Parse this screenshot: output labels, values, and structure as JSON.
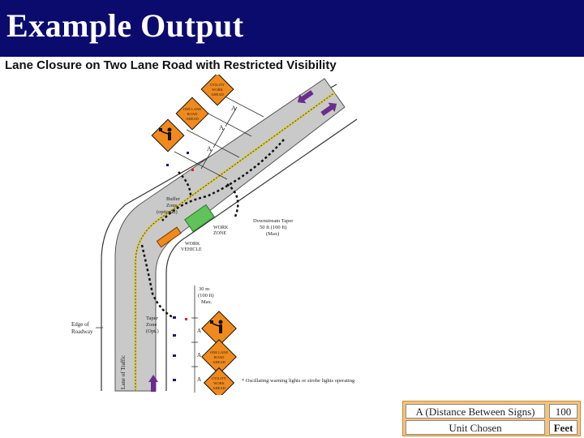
{
  "header": {
    "title": "Example Output"
  },
  "diagram": {
    "title": "Lane Closure on Two Lane Road with Restricted Visibility",
    "labels": {
      "taper_1": "Buffer",
      "taper_2": "Zone",
      "taper_3": "(optional)",
      "work_zone_1": "WORK",
      "work_zone_2": "ZONE",
      "work_vehicle_1": "WORK",
      "work_vehicle_2": "VEHICLE",
      "downstream_1": "Downstream Taper",
      "downstream_2": "50 ft (100 ft)",
      "downstream_3": "(Max)",
      "dist_1": "30 m",
      "dist_2": "(100 ft)",
      "dist_3": "Max.",
      "edge_1": "Edge of",
      "edge_2": "Roadway",
      "taper_lower_1": "Taper",
      "taper_lower_2": "Zone",
      "taper_lower_3": "(Opt.)",
      "travel_lane": "Lane of Traffic",
      "footnote": "* Oscillating warning lights or strobe lights operating",
      "sign_a": "A"
    },
    "signs": {
      "utility_1": "UTILITY",
      "utility_2": "WORK",
      "utility_3": "AHEAD",
      "one_lane_1": "ONE LANE",
      "one_lane_2": "ROAD",
      "one_lane_3": "AHEAD"
    }
  },
  "info_panel": {
    "rows": [
      {
        "label": "A (Distance Between Signs)",
        "value": "100"
      },
      {
        "label": "Unit Chosen",
        "value": "Feet"
      }
    ]
  },
  "colors": {
    "header_bg": "#0b0b6e",
    "road": "#c9c9c9",
    "sign": "#f08a1c",
    "arrow": "#6a2d8c",
    "panel": "#f4c37b"
  }
}
